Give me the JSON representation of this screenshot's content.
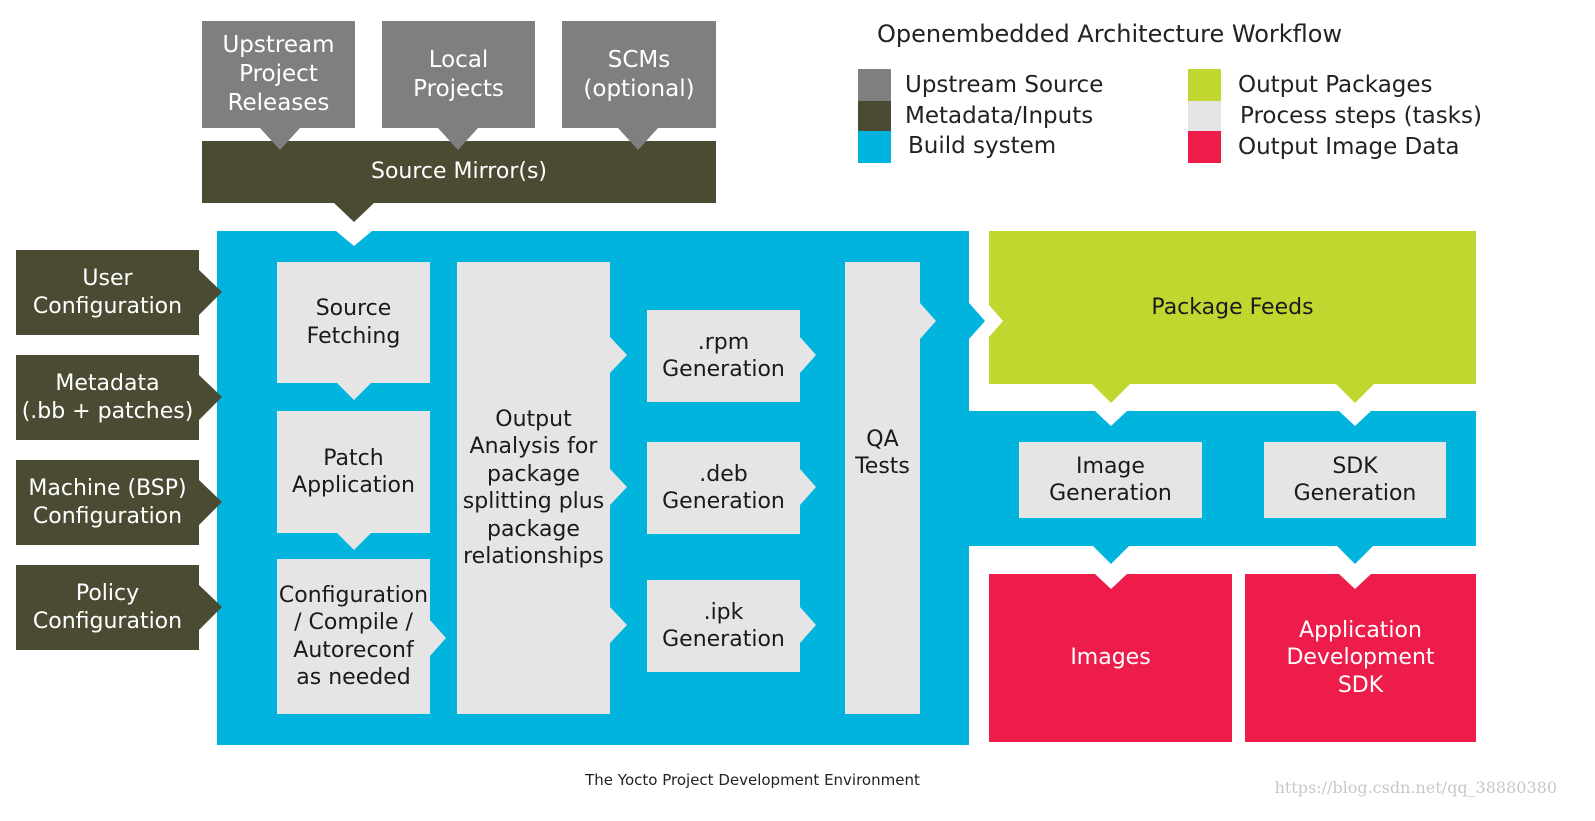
{
  "legend": {
    "title": "Openembedded Architecture Workflow",
    "items": [
      {
        "label": "Upstream Source",
        "color": "#7f7f7f"
      },
      {
        "label": "Metadata/Inputs",
        "color": "#4b4b33"
      },
      {
        "label": "Build system",
        "color": "#00b4de"
      },
      {
        "label": "Output Packages",
        "color": "#c1d72f"
      },
      {
        "label": "Process steps (tasks)",
        "color": "#e5e5e5"
      },
      {
        "label": "Output Image Data",
        "color": "#ee1c4a"
      }
    ]
  },
  "upstream": {
    "releases": "Upstream\nProject\nReleases",
    "local": "Local\nProjects",
    "scms": "SCMs\n(optional)"
  },
  "source_mirror": "Source Mirror(s)",
  "inputs": {
    "user_config": "User\nConfiguration",
    "metadata": "Metadata\n(.bb + patches)",
    "machine": "Machine (BSP)\nConfiguration",
    "policy": "Policy\nConfiguration"
  },
  "steps": {
    "source_fetching": "Source\nFetching",
    "patch_application": "Patch\nApplication",
    "configure_compile": "Configuration\n/ Compile /\nAutoreconf\nas needed",
    "output_analysis": "Output\nAnalysis for\npackage\nsplitting plus\npackage\nrelationships",
    "rpm": ".rpm\nGeneration",
    "deb": ".deb\nGeneration",
    "ipk": ".ipk\nGeneration",
    "qa": "QA\nTests",
    "image_gen": "Image\nGeneration",
    "sdk_gen": "SDK\nGeneration"
  },
  "outputs": {
    "package_feeds": "Package Feeds",
    "images": "Images",
    "app_sdk": "Application\nDevelopment\nSDK"
  },
  "caption": "The Yocto Project Development Environment",
  "watermark": "https://blog.csdn.net/qq_38880380"
}
